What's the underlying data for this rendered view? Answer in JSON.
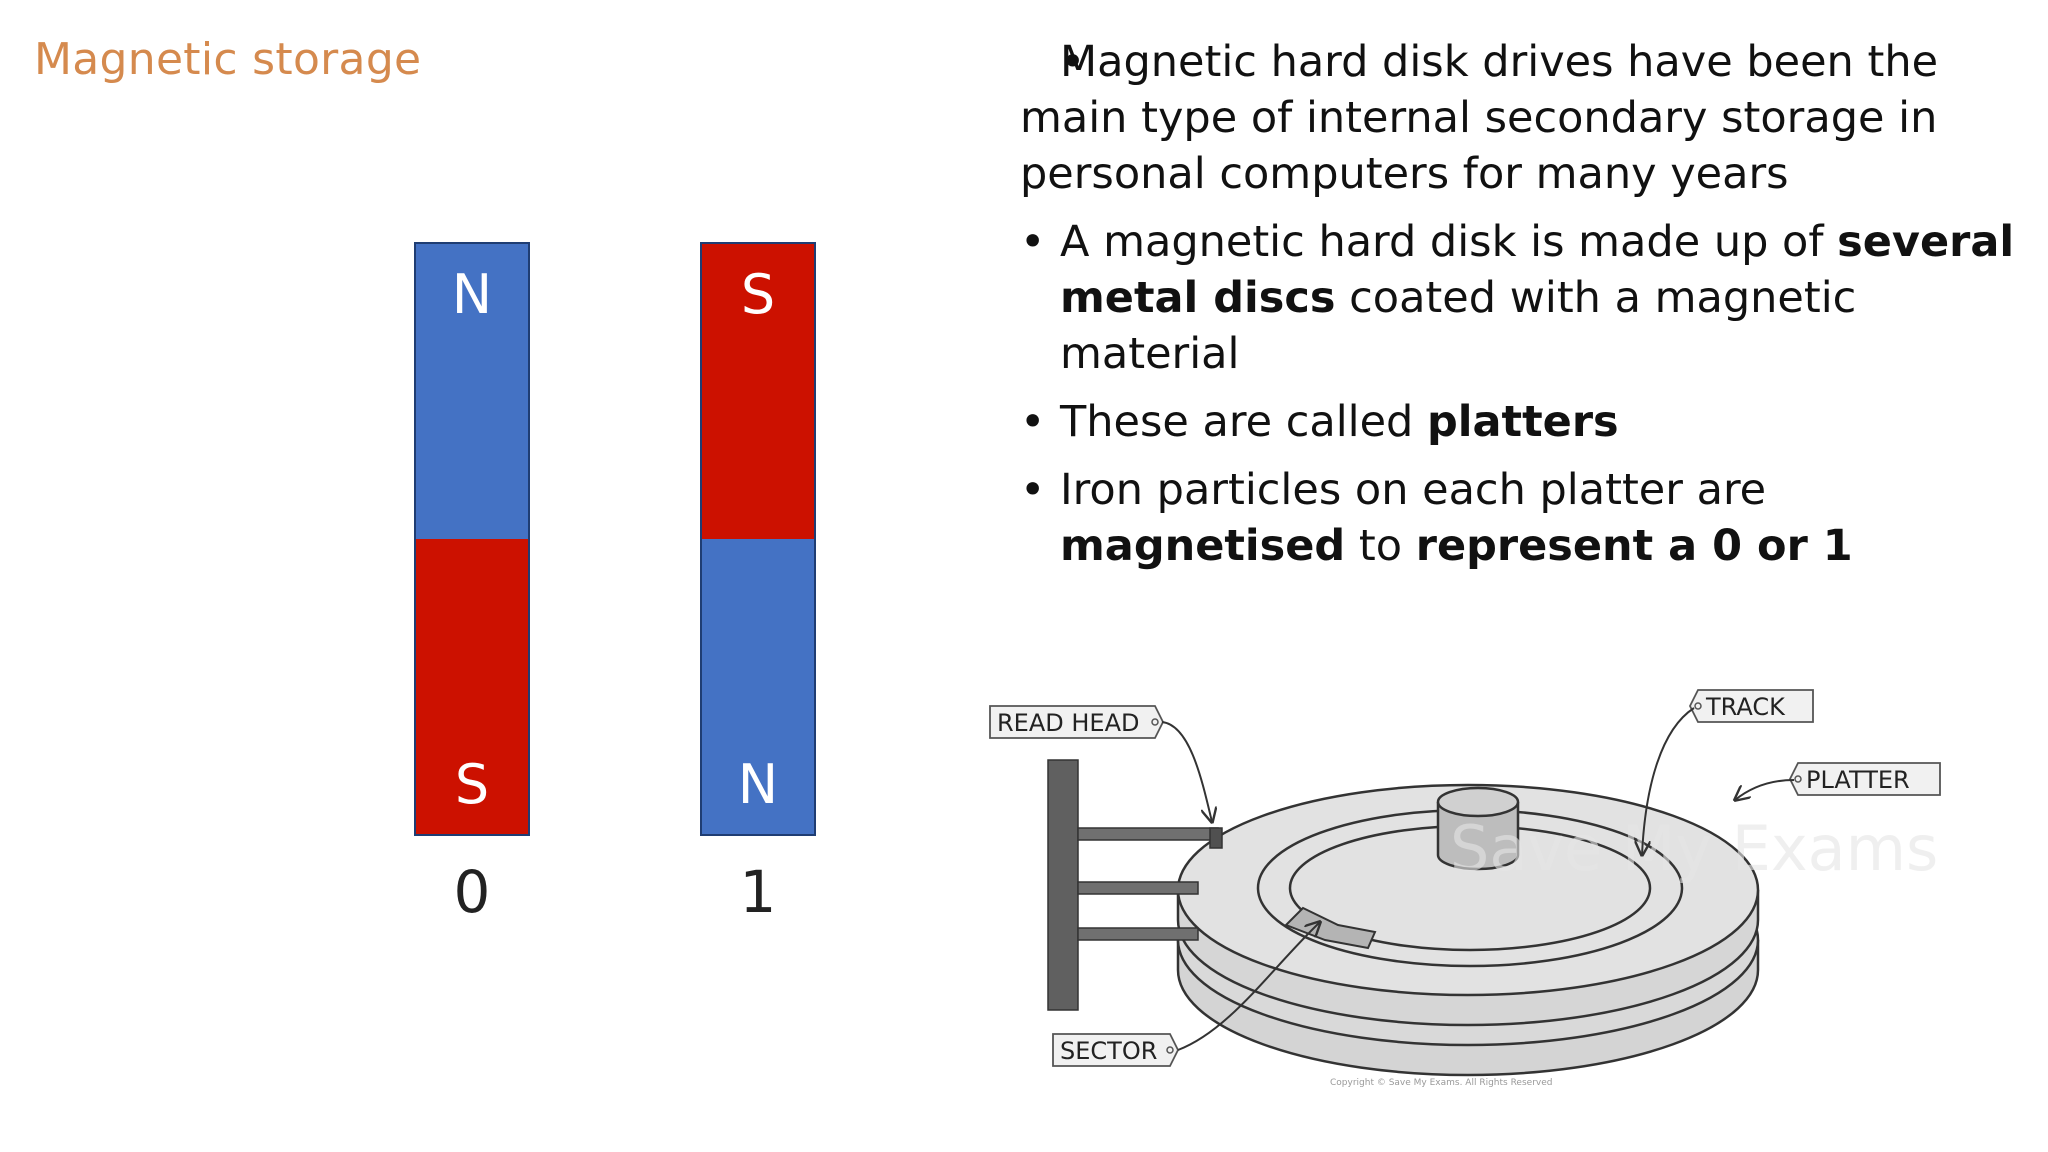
{
  "slide": {
    "title": "Magnetic storage"
  },
  "magnets": [
    {
      "top_pole": "N",
      "bottom_pole": "S",
      "bit": "0",
      "top_color": "#4472c4",
      "bottom_color": "#cc1100"
    },
    {
      "top_pole": "S",
      "bottom_pole": "N",
      "bit": "1",
      "top_color": "#cc1100",
      "bottom_color": "#4472c4"
    }
  ],
  "bullets": [
    {
      "parts": [
        {
          "t": "Magnetic hard disk drives have been the main type of internal secondary storage in personal computers for many years",
          "b": false
        }
      ]
    },
    {
      "parts": [
        {
          "t": "A magnetic hard disk is made up of ",
          "b": false
        },
        {
          "t": "several metal discs",
          "b": true
        },
        {
          "t": " coated with a magnetic material",
          "b": false
        }
      ]
    },
    {
      "parts": [
        {
          "t": "These are called ",
          "b": false
        },
        {
          "t": "platters",
          "b": true
        }
      ]
    },
    {
      "parts": [
        {
          "t": "Iron particles on each platter are ",
          "b": false
        },
        {
          "t": "magnetised",
          "b": true
        },
        {
          "t": " to ",
          "b": false
        },
        {
          "t": "represent a 0 or 1",
          "b": true
        }
      ]
    }
  ],
  "diagram": {
    "labels": {
      "read_head": "READ HEAD",
      "track": "TRACK",
      "platter": "PLATTER",
      "sector": "SECTOR"
    },
    "watermark": "Save My Exams",
    "copyright": "Copyright © Save My Exams. All Rights Reserved"
  },
  "colors": {
    "title": "#d58a4e",
    "magnet_blue": "#4472c4",
    "magnet_red": "#cc1100"
  }
}
